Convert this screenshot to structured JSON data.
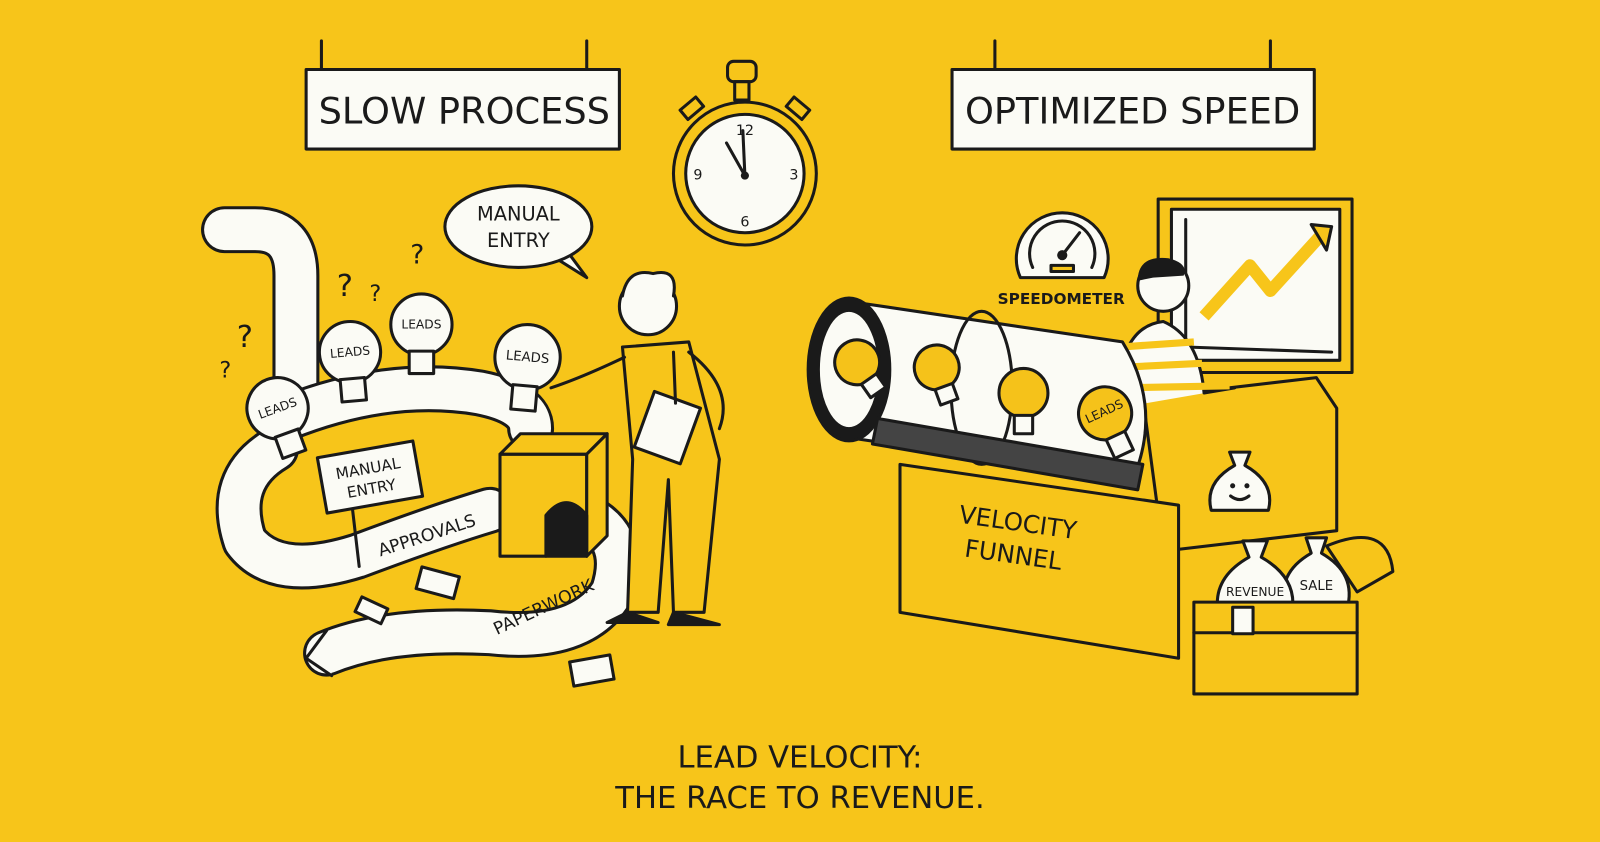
{
  "colors": {
    "background": "#F7C51A",
    "ink": "#1a1a1a",
    "paper": "#fbfbf5",
    "bulb": "#F5C21A"
  },
  "left_panel": {
    "sign": "SLOW PROCESS",
    "speech_bubble": [
      "MANUAL",
      "ENTRY"
    ],
    "bulb_labels": [
      "LEADS",
      "LEADS",
      "LEADS",
      "LEADS"
    ],
    "manual_entry_sign": [
      "MANUAL",
      "ENTRY"
    ],
    "pipe_labels": [
      "APPROVALS",
      "PAPERWORK"
    ],
    "question_marks": [
      "?",
      "?",
      "?",
      "?",
      "?"
    ]
  },
  "stopwatch": {
    "numbers": [
      "12",
      "3",
      "6",
      "9"
    ]
  },
  "right_panel": {
    "sign": "OPTIMIZED SPEED",
    "speedometer_label": "SPEEDOMETER",
    "conveyor_bulb_label": "LEADS",
    "funnel_box": [
      "VELOCITY",
      "FUNNEL"
    ],
    "bag_labels": [
      "REVENUE",
      "SALE"
    ]
  },
  "caption": {
    "line1": "LEAD VELOCITY:",
    "line2": "THE RACE TO REVENUE."
  }
}
